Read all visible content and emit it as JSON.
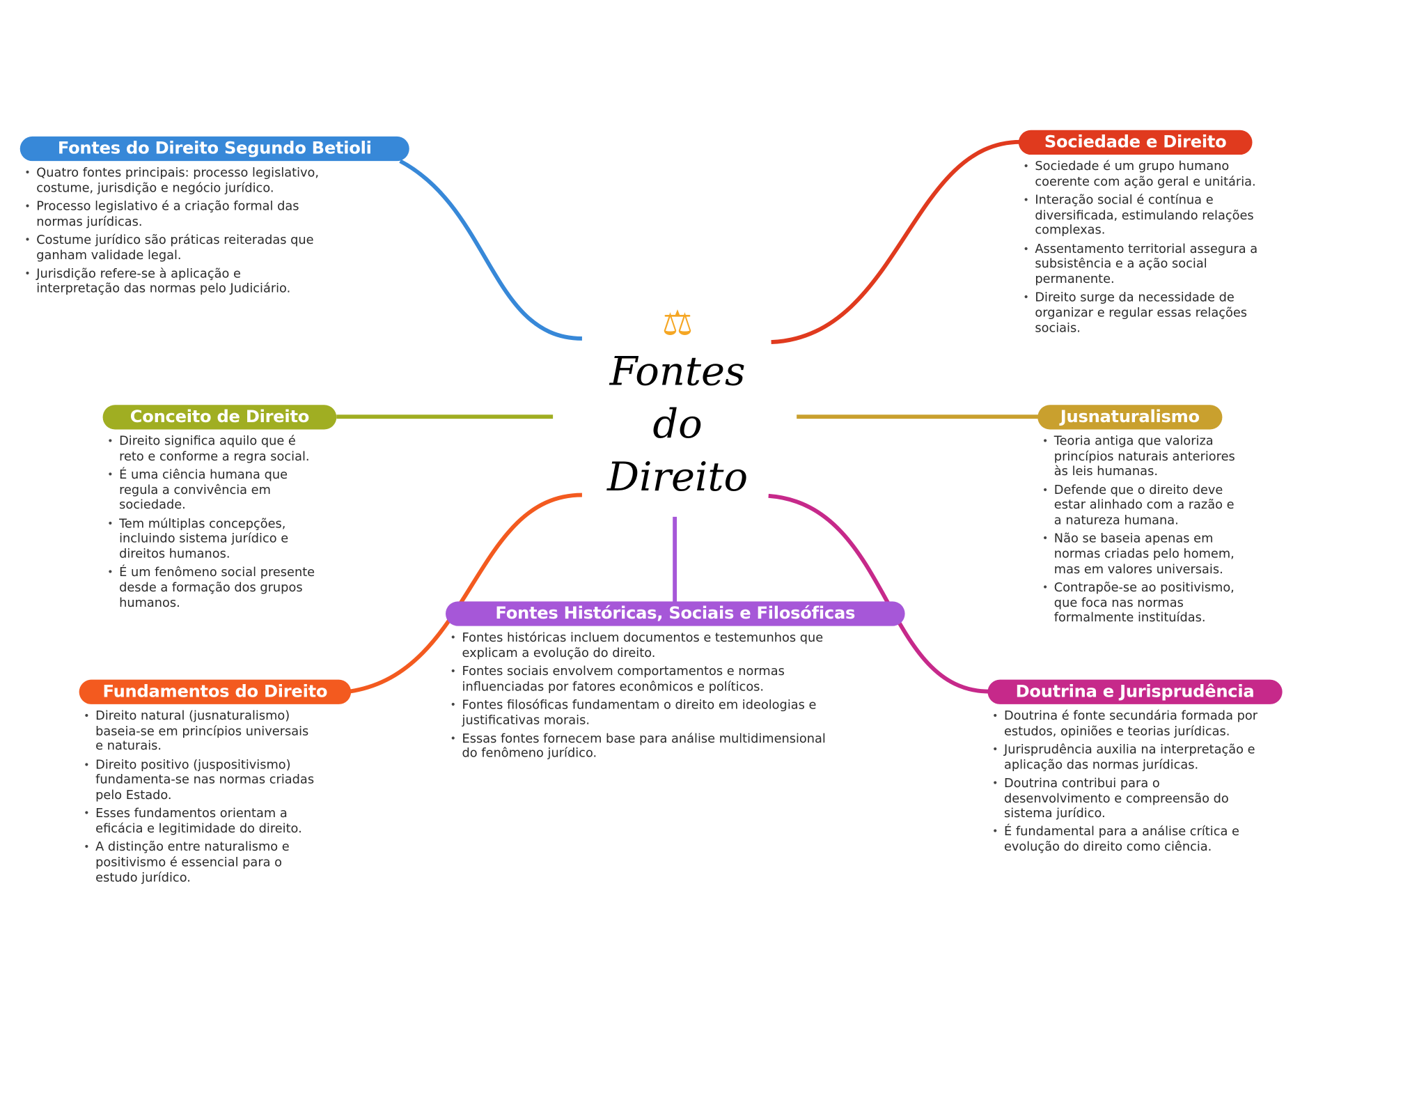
{
  "center": {
    "icon": "scales-of-justice-icon",
    "title_lines": [
      "Fontes",
      "do",
      "Direito"
    ]
  },
  "colors": {
    "betioli": "#3788d8",
    "sociedade": "#e03a1e",
    "conceito": "#a0ae22",
    "jusnaturalismo": "#c9a02e",
    "fundamentos": "#f35a1f",
    "historicas": "#a657d8",
    "doutrina": "#c6298a"
  },
  "branches": [
    {
      "title": "Fontes do Direito Segundo Betioli",
      "bullets": [
        "Quatro fontes principais: processo legislativo, costume, jurisdição e negócio jurídico.",
        "Processo legislativo é a criação formal das normas jurídicas.",
        "Costume jurídico são práticas reiteradas que ganham validade legal.",
        "Jurisdição refere-se à aplicação e interpretação das normas pelo Judiciário."
      ]
    },
    {
      "title": "Sociedade e Direito",
      "bullets": [
        "Sociedade é um grupo humano coerente com ação geral e unitária.",
        "Interação social é contínua e diversificada, estimulando relações complexas.",
        "Assentamento territorial assegura a subsistência e a ação social permanente.",
        "Direito surge da necessidade de organizar e regular essas relações sociais."
      ]
    },
    {
      "title": "Conceito de Direito",
      "bullets": [
        "Direito significa aquilo que é reto e conforme a regra social.",
        "É uma ciência humana que regula a convivência em sociedade.",
        "Tem múltiplas concepções, incluindo sistema jurídico e direitos humanos.",
        "É um fenômeno social presente desde a formação dos grupos humanos."
      ]
    },
    {
      "title": "Jusnaturalismo",
      "bullets": [
        "Teoria antiga que valoriza princípios naturais anteriores às leis humanas.",
        "Defende que o direito deve estar alinhado com a razão e a natureza humana.",
        "Não se baseia apenas em normas criadas pelo homem, mas em valores universais.",
        "Contrapõe-se ao positivismo, que foca nas normas formalmente instituídas."
      ]
    },
    {
      "title": "Fundamentos do Direito",
      "bullets": [
        "Direito natural (jusnaturalismo) baseia-se em princípios universais e naturais.",
        "Direito positivo (juspositivismo) fundamenta-se nas normas criadas pelo Estado.",
        "Esses fundamentos orientam a eficácia e legitimidade do direito.",
        "A distinção entre naturalismo e positivismo é essencial para o estudo jurídico."
      ]
    },
    {
      "title": "Fontes Históricas, Sociais e Filosóficas",
      "bullets": [
        "Fontes históricas incluem documentos e testemunhos que explicam a evolução do direito.",
        "Fontes sociais envolvem comportamentos e normas influenciadas por fatores econômicos e políticos.",
        "Fontes filosóficas fundamentam o direito em ideologias e justificativas morais.",
        "Essas fontes fornecem base para análise multidimensional do fenômeno jurídico."
      ]
    },
    {
      "title": "Doutrina e Jurisprudência",
      "bullets": [
        "Doutrina é fonte secundária formada por estudos, opiniões e teorias jurídicas.",
        "Jurisprudência auxilia na interpretação e aplicação das normas jurídicas.",
        "Doutrina contribui para o desenvolvimento e compreensão do sistema jurídico.",
        "É fundamental para a análise crítica e evolução do direito como ciência."
      ]
    }
  ]
}
